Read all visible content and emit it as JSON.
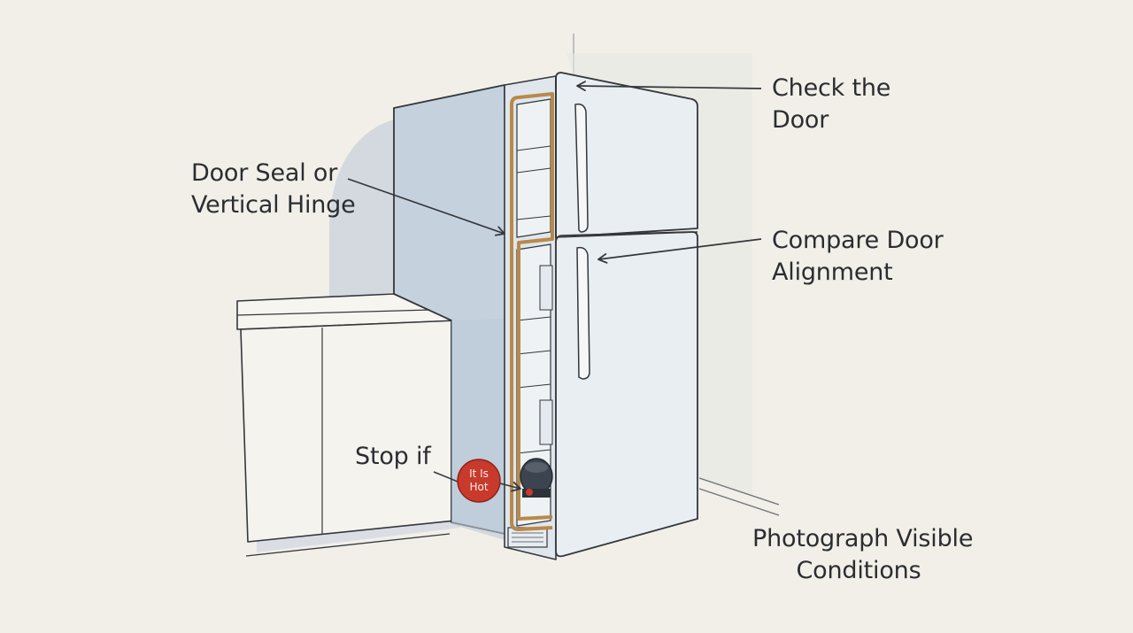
{
  "labels": {
    "check_door": {
      "line1": "Check the",
      "line2": "Door"
    },
    "door_seal": {
      "line1": "Door Seal or",
      "line2": "Vertical Hinge"
    },
    "compare_alignment": {
      "line1": "Compare Door",
      "line2": "Alignment"
    },
    "stop_if": "Stop if",
    "photograph": {
      "line1": "Photograph Visible",
      "line2": "Conditions"
    }
  },
  "hot_badge": {
    "line1": "It Is",
    "line2": "Hot",
    "color": "#c83a2c"
  },
  "colors": {
    "background": "#f1efe8",
    "fridge_body": "#c5d2de",
    "fridge_side": "#d9e2ea",
    "door": "#e9eef2",
    "seal": "#b9894a",
    "outline": "#34373c",
    "shadow": "#c9d2dc"
  }
}
